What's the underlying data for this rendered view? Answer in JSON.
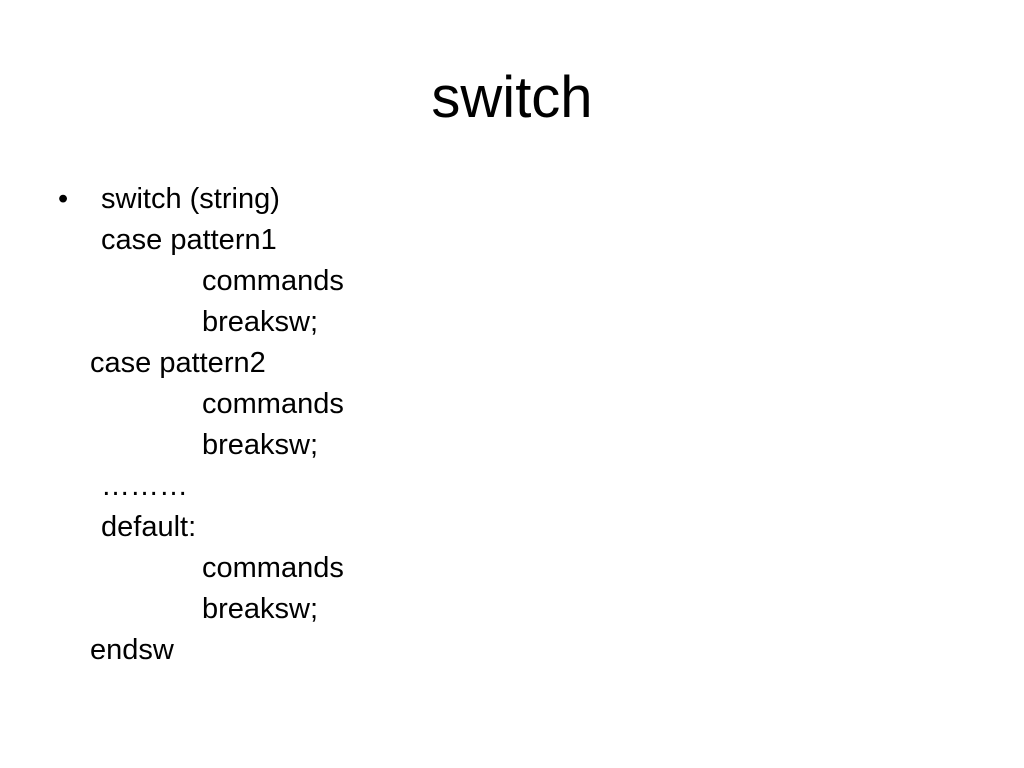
{
  "slide": {
    "title": "switch",
    "bullet": "•",
    "lines": [
      "switch (string)",
      "case pattern1",
      "commands",
      "breaksw;",
      "case pattern2",
      "commands",
      "breaksw;",
      "………",
      "default:",
      "commands",
      "breaksw;",
      "endsw"
    ]
  }
}
